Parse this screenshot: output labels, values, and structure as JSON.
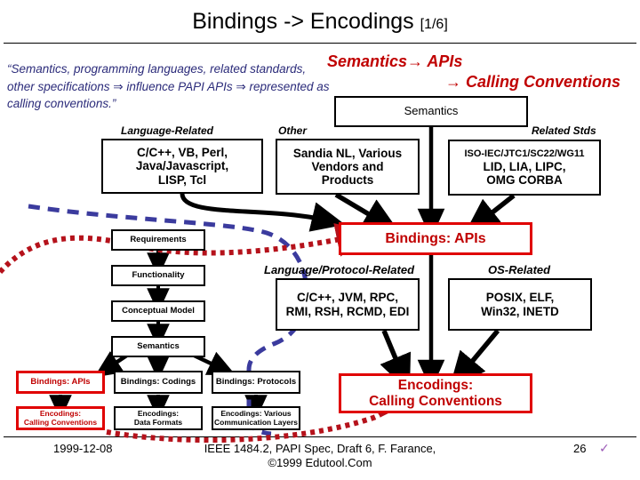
{
  "slide": {
    "title": "Bindings -> Encodings",
    "title_sub": "[1/6]",
    "quote": "“Semantics, programming languages, related standards, other specifications ⇒ influence PAPI APIs ⇒ represented as calling conventions.”",
    "red_heading_line1": "Semantics→ APIs",
    "red_heading_line2": "→ Calling Conventions"
  },
  "colors": {
    "red": "#c00000",
    "red_border": "#e00000",
    "quote_blue": "#2b2b7a",
    "dash_blue": "#3b3b9e",
    "dot_red": "#b5121b",
    "black": "#000000",
    "check_purple": "#9b59b6"
  },
  "top": {
    "semantics_box": "Semantics",
    "captions": {
      "language_related": "Language-Related",
      "other": "Other",
      "related_stds": "Related Stds"
    },
    "boxes": {
      "language_related": "C/C++, VB, Perl,\nJava/Javascript,\nLISP, Tcl",
      "other": "Sandia NL, Various\nVendors and\nProducts",
      "related_stds_line1": "ISO-IEC/JTC1/SC22/WG11",
      "related_stds_line2": "LID, LIA, LIPC,\nOMG CORBA"
    }
  },
  "middle": {
    "bindings_apis": "Bindings: APIs",
    "captions": {
      "language_protocol_related": "Language/Protocol-Related",
      "os_related": "OS-Related"
    },
    "boxes": {
      "language_protocol_related": "C/C++, JVM, RPC,\nRMI, RSH, RCMD, EDI",
      "os_related": "POSIX, ELF,\nWin32, INETD"
    }
  },
  "bottom": {
    "encodings_calling_conventions": "Encodings:\nCalling Conventions"
  },
  "mini_flow": {
    "chain": [
      "Requirements",
      "Functionality",
      "Conceptual Model",
      "Semantics"
    ],
    "bindings_row": [
      "Bindings: APIs",
      "Bindings: Codings",
      "Bindings: Protocols"
    ],
    "encodings_row": [
      "Encodings:\nCalling Conventions",
      "Encodings:\nData Formats",
      "Encodings: Various\nCommunication Layers"
    ]
  },
  "footer": {
    "date": "1999-12-08",
    "center_line1": "IEEE 1484.2, PAPI Spec, Draft 6, F. Farance,",
    "center_line2": "©1999 Edutool.Com",
    "page": "26",
    "check": "✓"
  }
}
